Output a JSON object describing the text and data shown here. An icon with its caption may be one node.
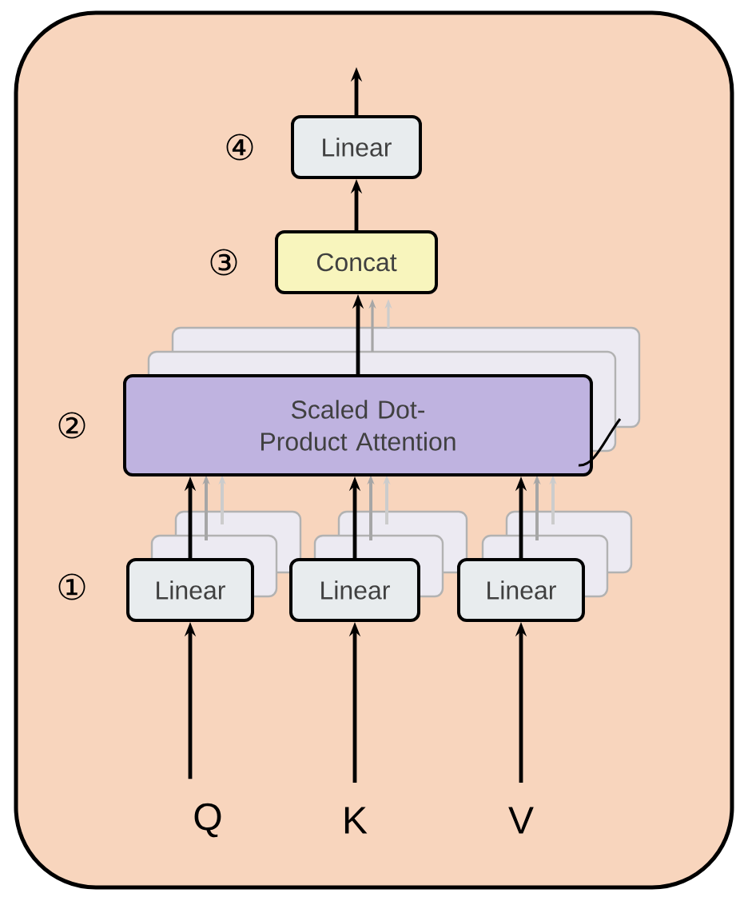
{
  "diagram": {
    "nodes": [
      {
        "text": [
          "Linear"
        ],
        "beside": [
          "④"
        ]
      },
      {
        "text": [
          "Concat"
        ],
        "beside": [
          "③"
        ]
      },
      {
        "text": [
          "Scaled Dot-Product Attention"
        ],
        "beside": [
          "②"
        ]
      },
      {
        "text": [
          "Linear"
        ],
        "beside": [
          "①"
        ]
      },
      {
        "text": [
          "Linear"
        ]
      },
      {
        "text": [
          "Linear"
        ]
      },
      {
        "text": [
          "Q"
        ]
      },
      {
        "text": [
          "K"
        ]
      },
      {
        "text": [
          "V"
        ]
      }
    ],
    "edges": [
      {
        "from": 0,
        "to": null,
        "arrow": "to"
      },
      {
        "from": 1,
        "to": 0,
        "arrow": "to"
      },
      {
        "from": 2,
        "to": 1,
        "arrow": "to"
      },
      {
        "from": 3,
        "to": 2,
        "arrow": "to"
      },
      {
        "from": 4,
        "to": 2,
        "arrow": "to"
      },
      {
        "from": 5,
        "to": 2,
        "arrow": "to"
      },
      {
        "from": 6,
        "to": 3,
        "arrow": "to"
      },
      {
        "from": 7,
        "to": 4,
        "arrow": "to"
      },
      {
        "from": 8,
        "to": 5,
        "arrow": "to"
      }
    ]
  }
}
